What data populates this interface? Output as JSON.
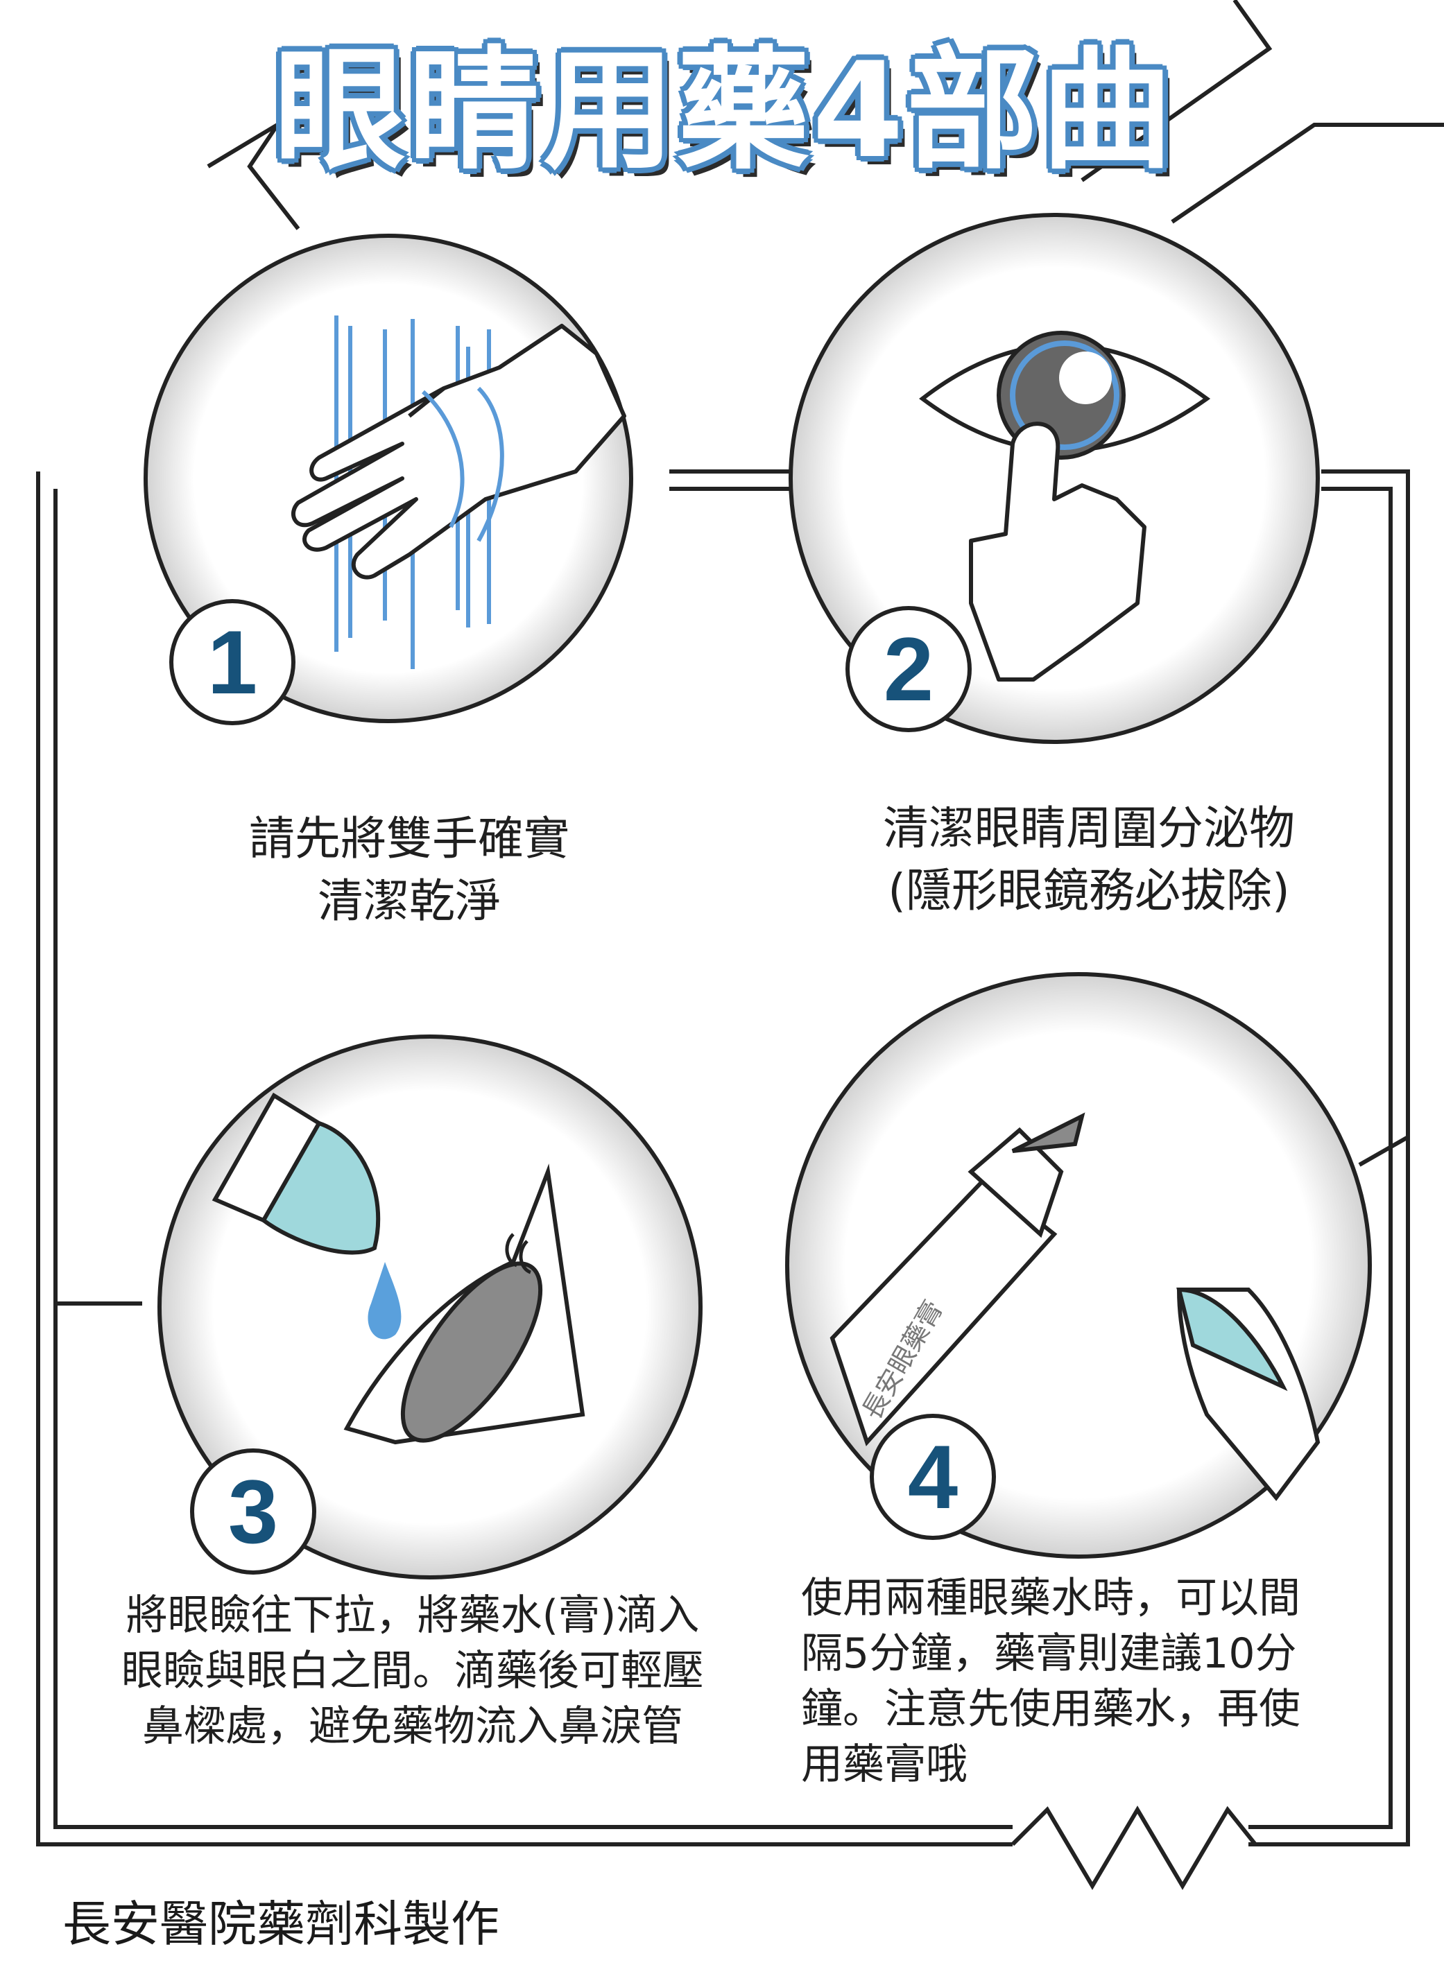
{
  "title": "眼睛用藥4部曲",
  "steps": [
    {
      "number": "1",
      "caption_lines": [
        "請先將雙手確實",
        "清潔乾淨"
      ]
    },
    {
      "number": "2",
      "caption_lines": [
        "清潔眼睛周圍分泌物",
        "(隱形眼鏡務必拔除)"
      ]
    },
    {
      "number": "3",
      "caption_lines": [
        "將眼瞼往下拉，將藥水(膏)滴入",
        "眼瞼與眼白之間。滴藥後可輕壓",
        "鼻樑處，避免藥物流入鼻淚管"
      ]
    },
    {
      "number": "4",
      "caption_lines": [
        "使用兩種眼藥水時，可以間",
        "隔5分鐘，藥膏則建議10分",
        "鐘。注意先使用藥水，再使",
        "用藥膏哦"
      ]
    }
  ],
  "ointment_tube_label": "長安眼藥膏",
  "footer": "長安醫院藥劑科製作",
  "colors": {
    "accent_blue": "#4a8ac4",
    "number_blue": "#17527a",
    "drop_blue": "#5aa0dc",
    "liquid_teal": "#9fd8dc",
    "eye_gray": "#8a8a8a",
    "line": "#222222"
  }
}
